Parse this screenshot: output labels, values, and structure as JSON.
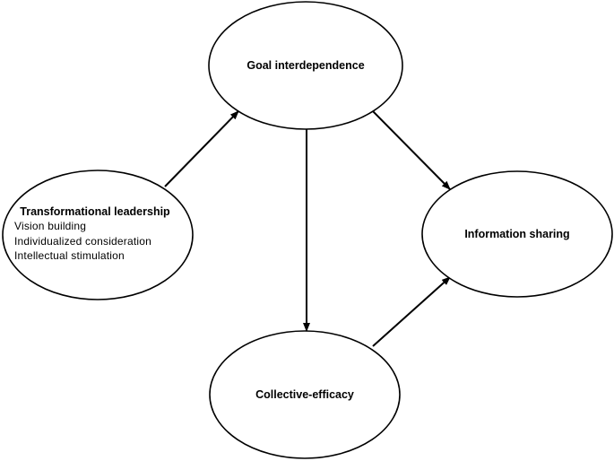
{
  "nodes": {
    "goal_interdependence": {
      "title": "Goal interdependence"
    },
    "transformational_leadership": {
      "title": "Transformational leadership",
      "items": [
        "Vision building",
        "Individualized consideration",
        "Intellectual stimulation"
      ]
    },
    "information_sharing": {
      "title": "Information sharing"
    },
    "collective_efficacy": {
      "title": "Collective-efficacy"
    }
  },
  "edges": [
    {
      "from": "Transformational leadership",
      "to": "Goal interdependence"
    },
    {
      "from": "Goal interdependence",
      "to": "Information sharing"
    },
    {
      "from": "Goal interdependence",
      "to": "Collective-efficacy"
    },
    {
      "from": "Collective-efficacy",
      "to": "Information sharing"
    }
  ]
}
